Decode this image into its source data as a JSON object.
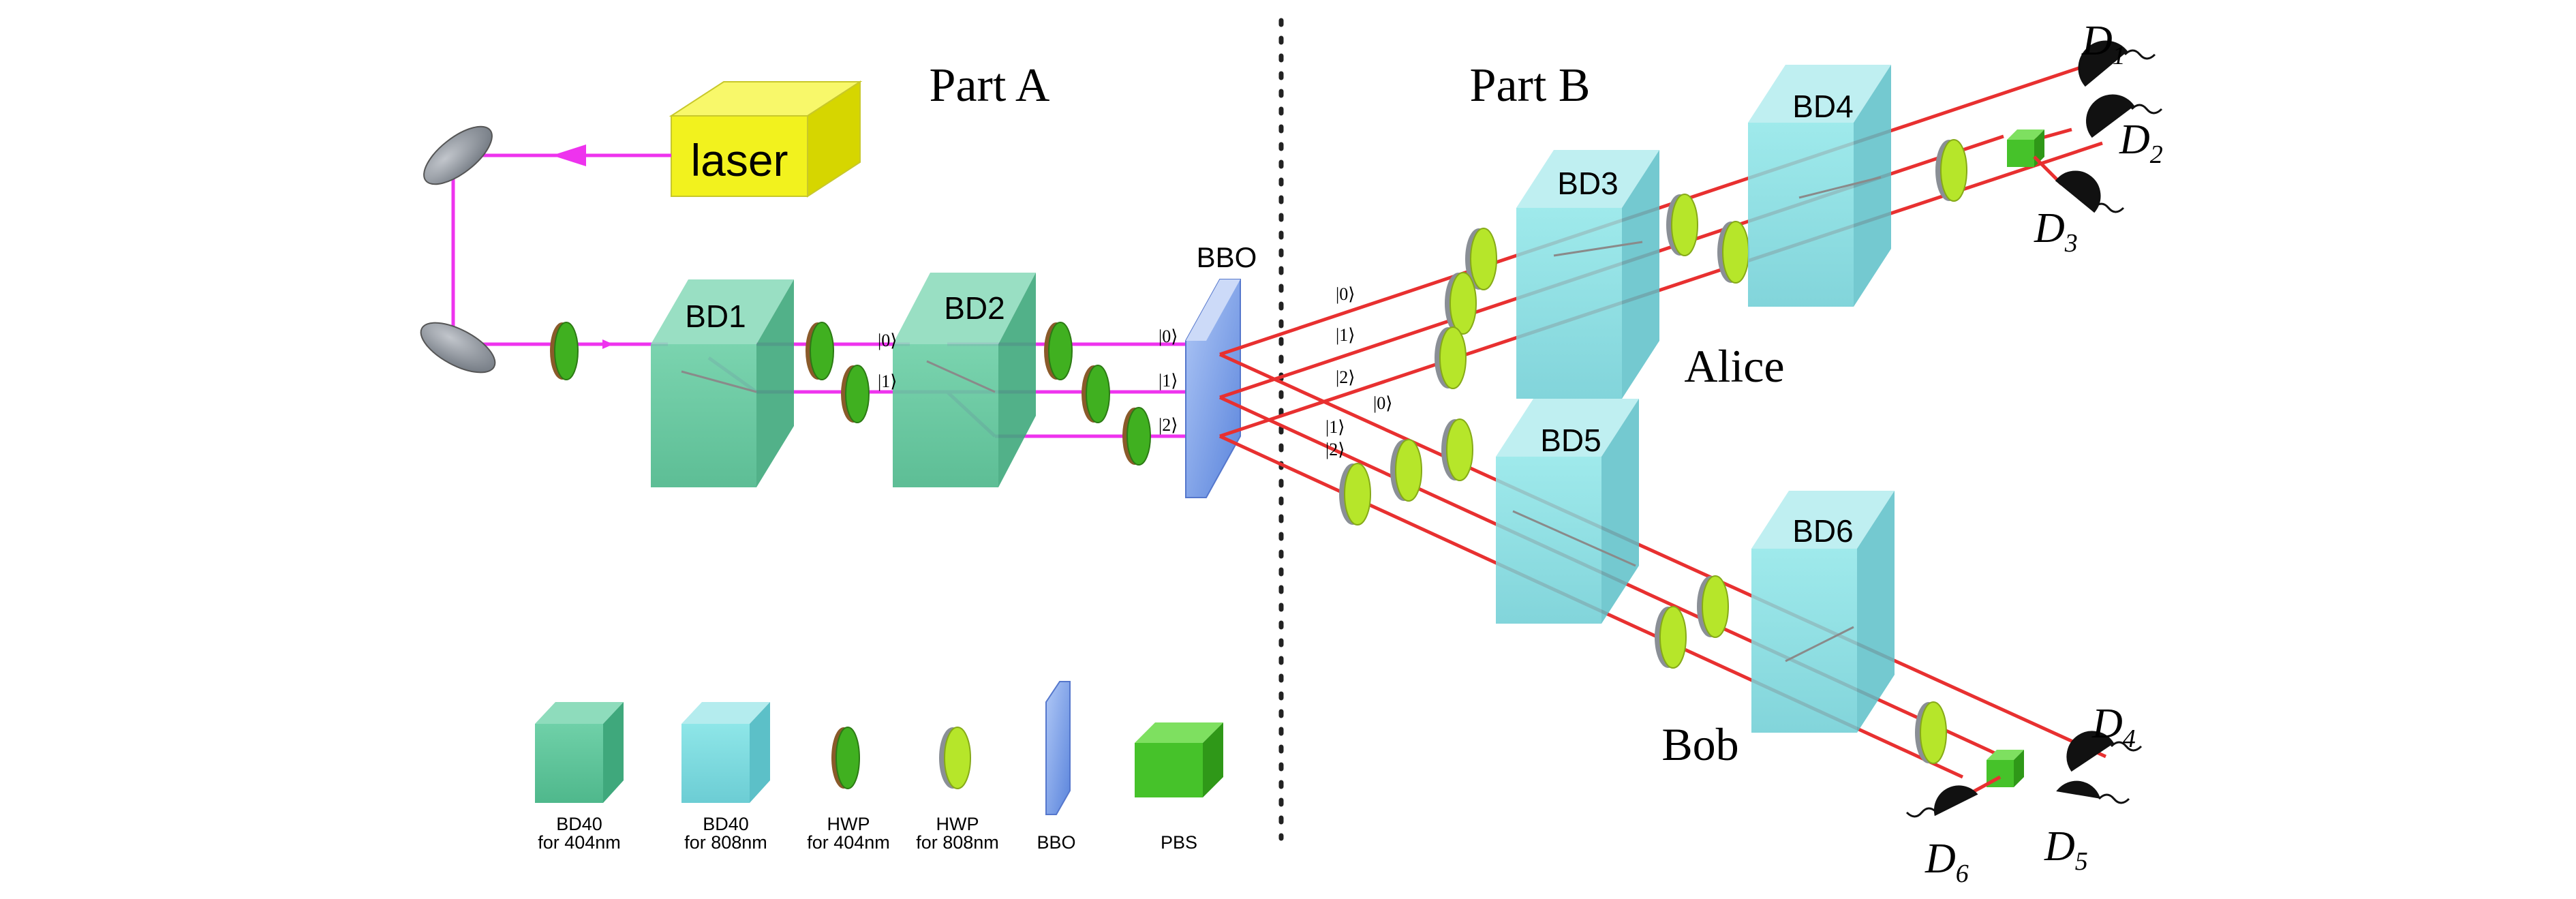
{
  "parts": {
    "a": "Part A",
    "b": "Part B"
  },
  "laser": "laser",
  "bbo": "BBO",
  "alice": "Alice",
  "bob": "Bob",
  "bd": {
    "bd1": "BD1",
    "bd2": "BD2",
    "bd3": "BD3",
    "bd4": "BD4",
    "bd5": "BD5",
    "bd6": "BD6"
  },
  "kets": {
    "k0": "|0⟩",
    "k1": "|1⟩",
    "k2": "|2⟩"
  },
  "detectors": {
    "d1": {
      "base": "D",
      "sub": "1"
    },
    "d2": {
      "base": "D",
      "sub": "2"
    },
    "d3": {
      "base": "D",
      "sub": "3"
    },
    "d4": {
      "base": "D",
      "sub": "4"
    },
    "d5": {
      "base": "D",
      "sub": "5"
    },
    "d6": {
      "base": "D",
      "sub": "6"
    }
  },
  "legend": {
    "bd40_404": {
      "l1": "BD40",
      "l2": "for 404nm"
    },
    "bd40_808": {
      "l1": "BD40",
      "l2": "for 808nm"
    },
    "hwp_404": {
      "l1": "HWP",
      "l2": "for 404nm"
    },
    "hwp_808": {
      "l1": "HWP",
      "l2": "for 808nm"
    },
    "bbo": {
      "l1": "BBO"
    },
    "pbs": {
      "l1": "PBS"
    }
  },
  "colors": {
    "pump": "#ee33ee",
    "photon": "#e83030",
    "bd_green": "#5cc49a",
    "bd_cyan": "#7ed8dc",
    "hwp404": "#40b020",
    "hwp808": "#b6e62a",
    "pbs": "#46c22a",
    "bbo": "#88aaee",
    "laser": "#f2f21e"
  }
}
